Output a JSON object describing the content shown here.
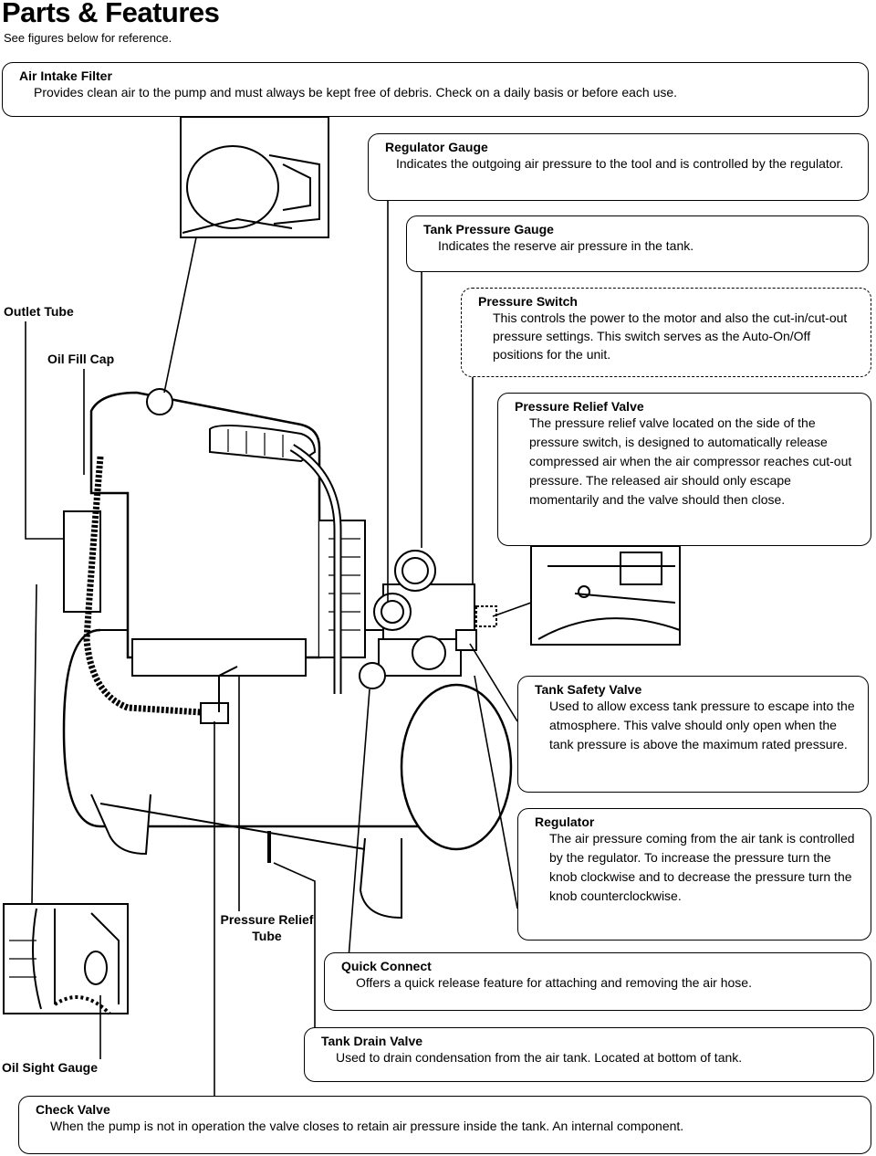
{
  "header": {
    "title": "Parts & Features",
    "subtitle": "See figures below for reference."
  },
  "callouts": {
    "air_intake_filter": {
      "title": "Air Intake Filter",
      "text": "Provides clean air to the pump and must always be kept free of debris. Check on a daily basis or before each use."
    },
    "regulator_gauge": {
      "title": "Regulator Gauge",
      "text": "Indicates the outgoing air pressure to the tool and is controlled by the regulator."
    },
    "tank_pressure_gauge": {
      "title": "Tank Pressure Gauge",
      "text": "Indicates the reserve air pressure in the tank."
    },
    "pressure_switch": {
      "title": "Pressure Switch",
      "text": "This controls the power to the motor and also the cut-in/cut-out pressure settings. This switch serves as the Auto-On/Off positions for the unit."
    },
    "pressure_relief_valve": {
      "title": "Pressure Relief Valve",
      "text": "The pressure relief valve located on the side of the pressure switch, is designed to automatically release compressed air when the air compressor reaches cut-out pressure. The released air should only escape momentarily and the valve should then close."
    },
    "tank_safety_valve": {
      "title": "Tank Safety Valve",
      "text": "Used to allow excess tank pressure to escape into the atmosphere. This valve should only open when the tank pressure is above the maximum rated pressure."
    },
    "regulator": {
      "title": "Regulator",
      "text": "The air pressure coming from the air tank is controlled by the regulator. To increase the pressure turn the knob clockwise and to decrease the pressure turn the knob counterclockwise."
    },
    "quick_connect": {
      "title": "Quick Connect",
      "text": "Offers a quick release feature for attaching and removing the air hose."
    },
    "tank_drain_valve": {
      "title": "Tank Drain Valve",
      "text": "Used to drain condensation from the air tank. Located at bottom of tank."
    },
    "check_valve": {
      "title": "Check Valve",
      "text": "When the pump is not in operation the valve closes to retain air pressure inside the tank. An internal component."
    }
  },
  "labels": {
    "outlet_tube": "Outlet Tube",
    "oil_fill_cap": "Oil Fill Cap",
    "pressure_relief_tube": "Pressure Relief Tube",
    "oil_sight_gauge": "Oil Sight Gauge"
  }
}
